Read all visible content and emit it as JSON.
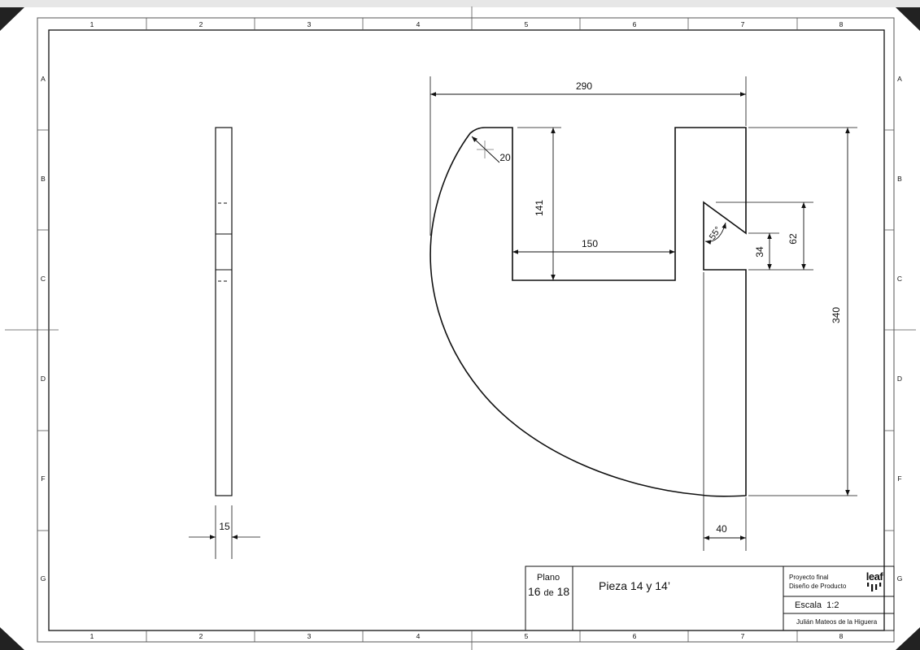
{
  "frame": {
    "columns": [
      "1",
      "2",
      "3",
      "4",
      "5",
      "6",
      "7",
      "8"
    ],
    "rows": [
      "A",
      "B",
      "C",
      "D",
      "F",
      "G"
    ]
  },
  "dimensions": {
    "thickness": "15",
    "width_total": "290",
    "fillet_radius": "20",
    "slot_depth": "141",
    "slot_width": "150",
    "notch_angle": "55°",
    "notch_inner": "34",
    "notch_outer": "62",
    "height_total": "340",
    "leg_width": "40"
  },
  "title_block": {
    "plano_label": "Plano",
    "sheet_number": "16",
    "sheet_of": "de",
    "sheet_total": "18",
    "title": "Pieza 14 y 14’",
    "project_line1": "Proyecto final",
    "project_line2": "Diseño de Producto",
    "logo_text": "leaf",
    "scale_label": "Escala",
    "scale_value": "1:2",
    "author": "Julián Mateos de la Higuera"
  }
}
